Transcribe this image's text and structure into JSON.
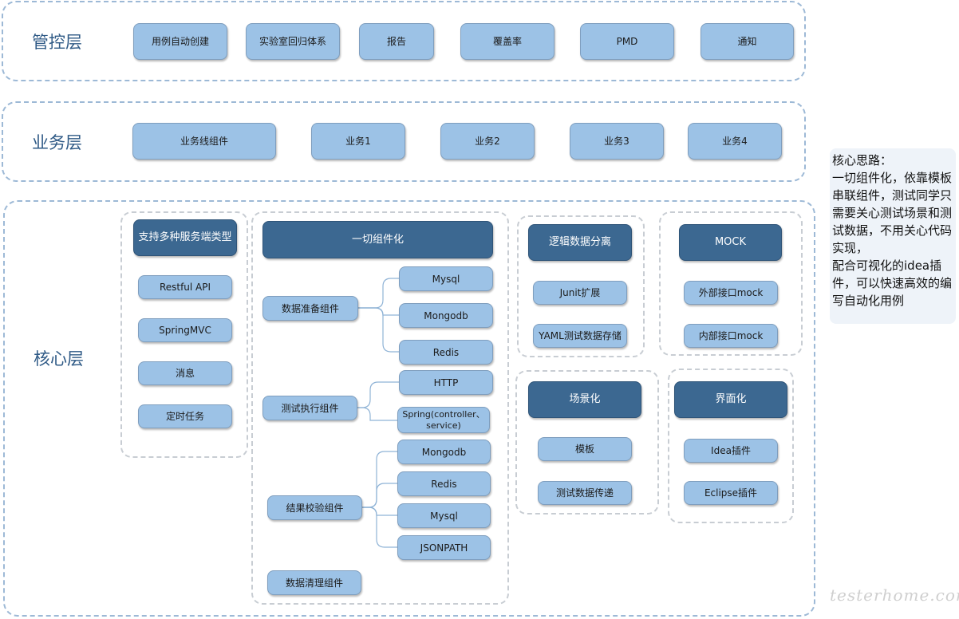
{
  "layers": {
    "control": {
      "title": "管控层",
      "items": [
        "用例自动创建",
        "实验室回归体系",
        "报告",
        "覆盖率",
        "PMD",
        "通知"
      ]
    },
    "business": {
      "title": "业务层",
      "items": [
        "业务线组件",
        "业务1",
        "业务2",
        "业务3",
        "业务4"
      ]
    },
    "core": {
      "title": "核心层",
      "services": {
        "header": "支持多种服务端类型",
        "items": [
          "Restful API",
          "SpringMVC",
          "消息",
          "定时任务"
        ]
      },
      "components": {
        "header": "一切组件化",
        "data_prep": {
          "label": "数据准备组件",
          "children": [
            "Mysql",
            "Mongodb",
            "Redis"
          ]
        },
        "test_exec": {
          "label": "测试执行组件",
          "children": [
            "HTTP",
            "Spring(controller、service)"
          ]
        },
        "result_check": {
          "label": "结果校验组件",
          "children": [
            "Mongodb",
            "Redis",
            "Mysql",
            "JSONPATH"
          ]
        },
        "data_clean": {
          "label": "数据清理组件"
        }
      },
      "logic_data": {
        "header": "逻辑数据分离",
        "items": [
          "Junit扩展",
          "YAML测试数据存储"
        ]
      },
      "mock": {
        "header": "MOCK",
        "items": [
          "外部接口mock",
          "内部接口mock"
        ]
      },
      "scenario": {
        "header": "场景化",
        "items": [
          "模板",
          "测试数据传递"
        ]
      },
      "ui": {
        "header": "界面化",
        "items": [
          "Idea插件",
          "Eclipse插件"
        ]
      }
    }
  },
  "note": "核心思路：\n一切组件化，依靠模板串联组件，测试同学只需要关心测试场景和测试数据，不用关心代码实现，\n配合可视化的idea插件，可以快速高效的编写自动化用例",
  "watermark": "testerhome.com"
}
